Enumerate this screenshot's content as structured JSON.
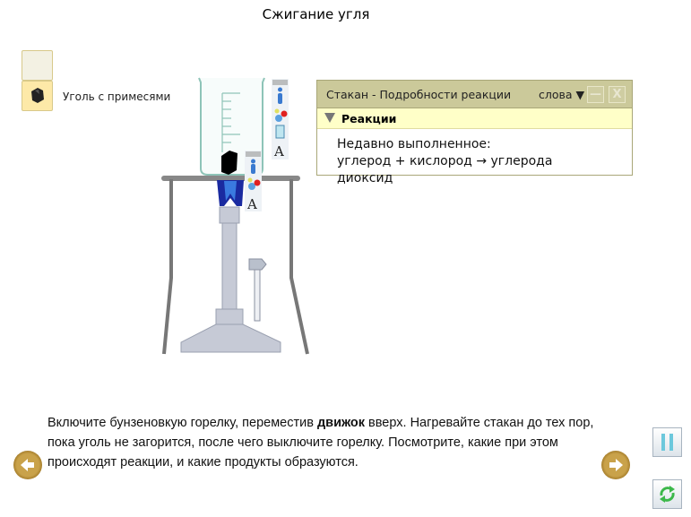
{
  "title": "Сжигание угля",
  "palette": {
    "item_label": "Уголь с примесями"
  },
  "panel": {
    "title": "Стакан - Подробности реакции",
    "view_select": "слова",
    "minimize": "—",
    "close": "X",
    "section": "Реакции",
    "recent_label": "Недавно выполненное:",
    "reaction": "углерод + кислород → углерода диоксид"
  },
  "instructions": {
    "part1": "Включите бунзеновкую горелку, переместив ",
    "bold": "движок",
    "part2": " вверх. Нагревайте стакан до тех пор, пока уголь не загорится, после чего выключите горелку. Посмотрите, какие при этом происходят реакции, и какие продукты образуются."
  },
  "toolbar_text_icon": "A"
}
